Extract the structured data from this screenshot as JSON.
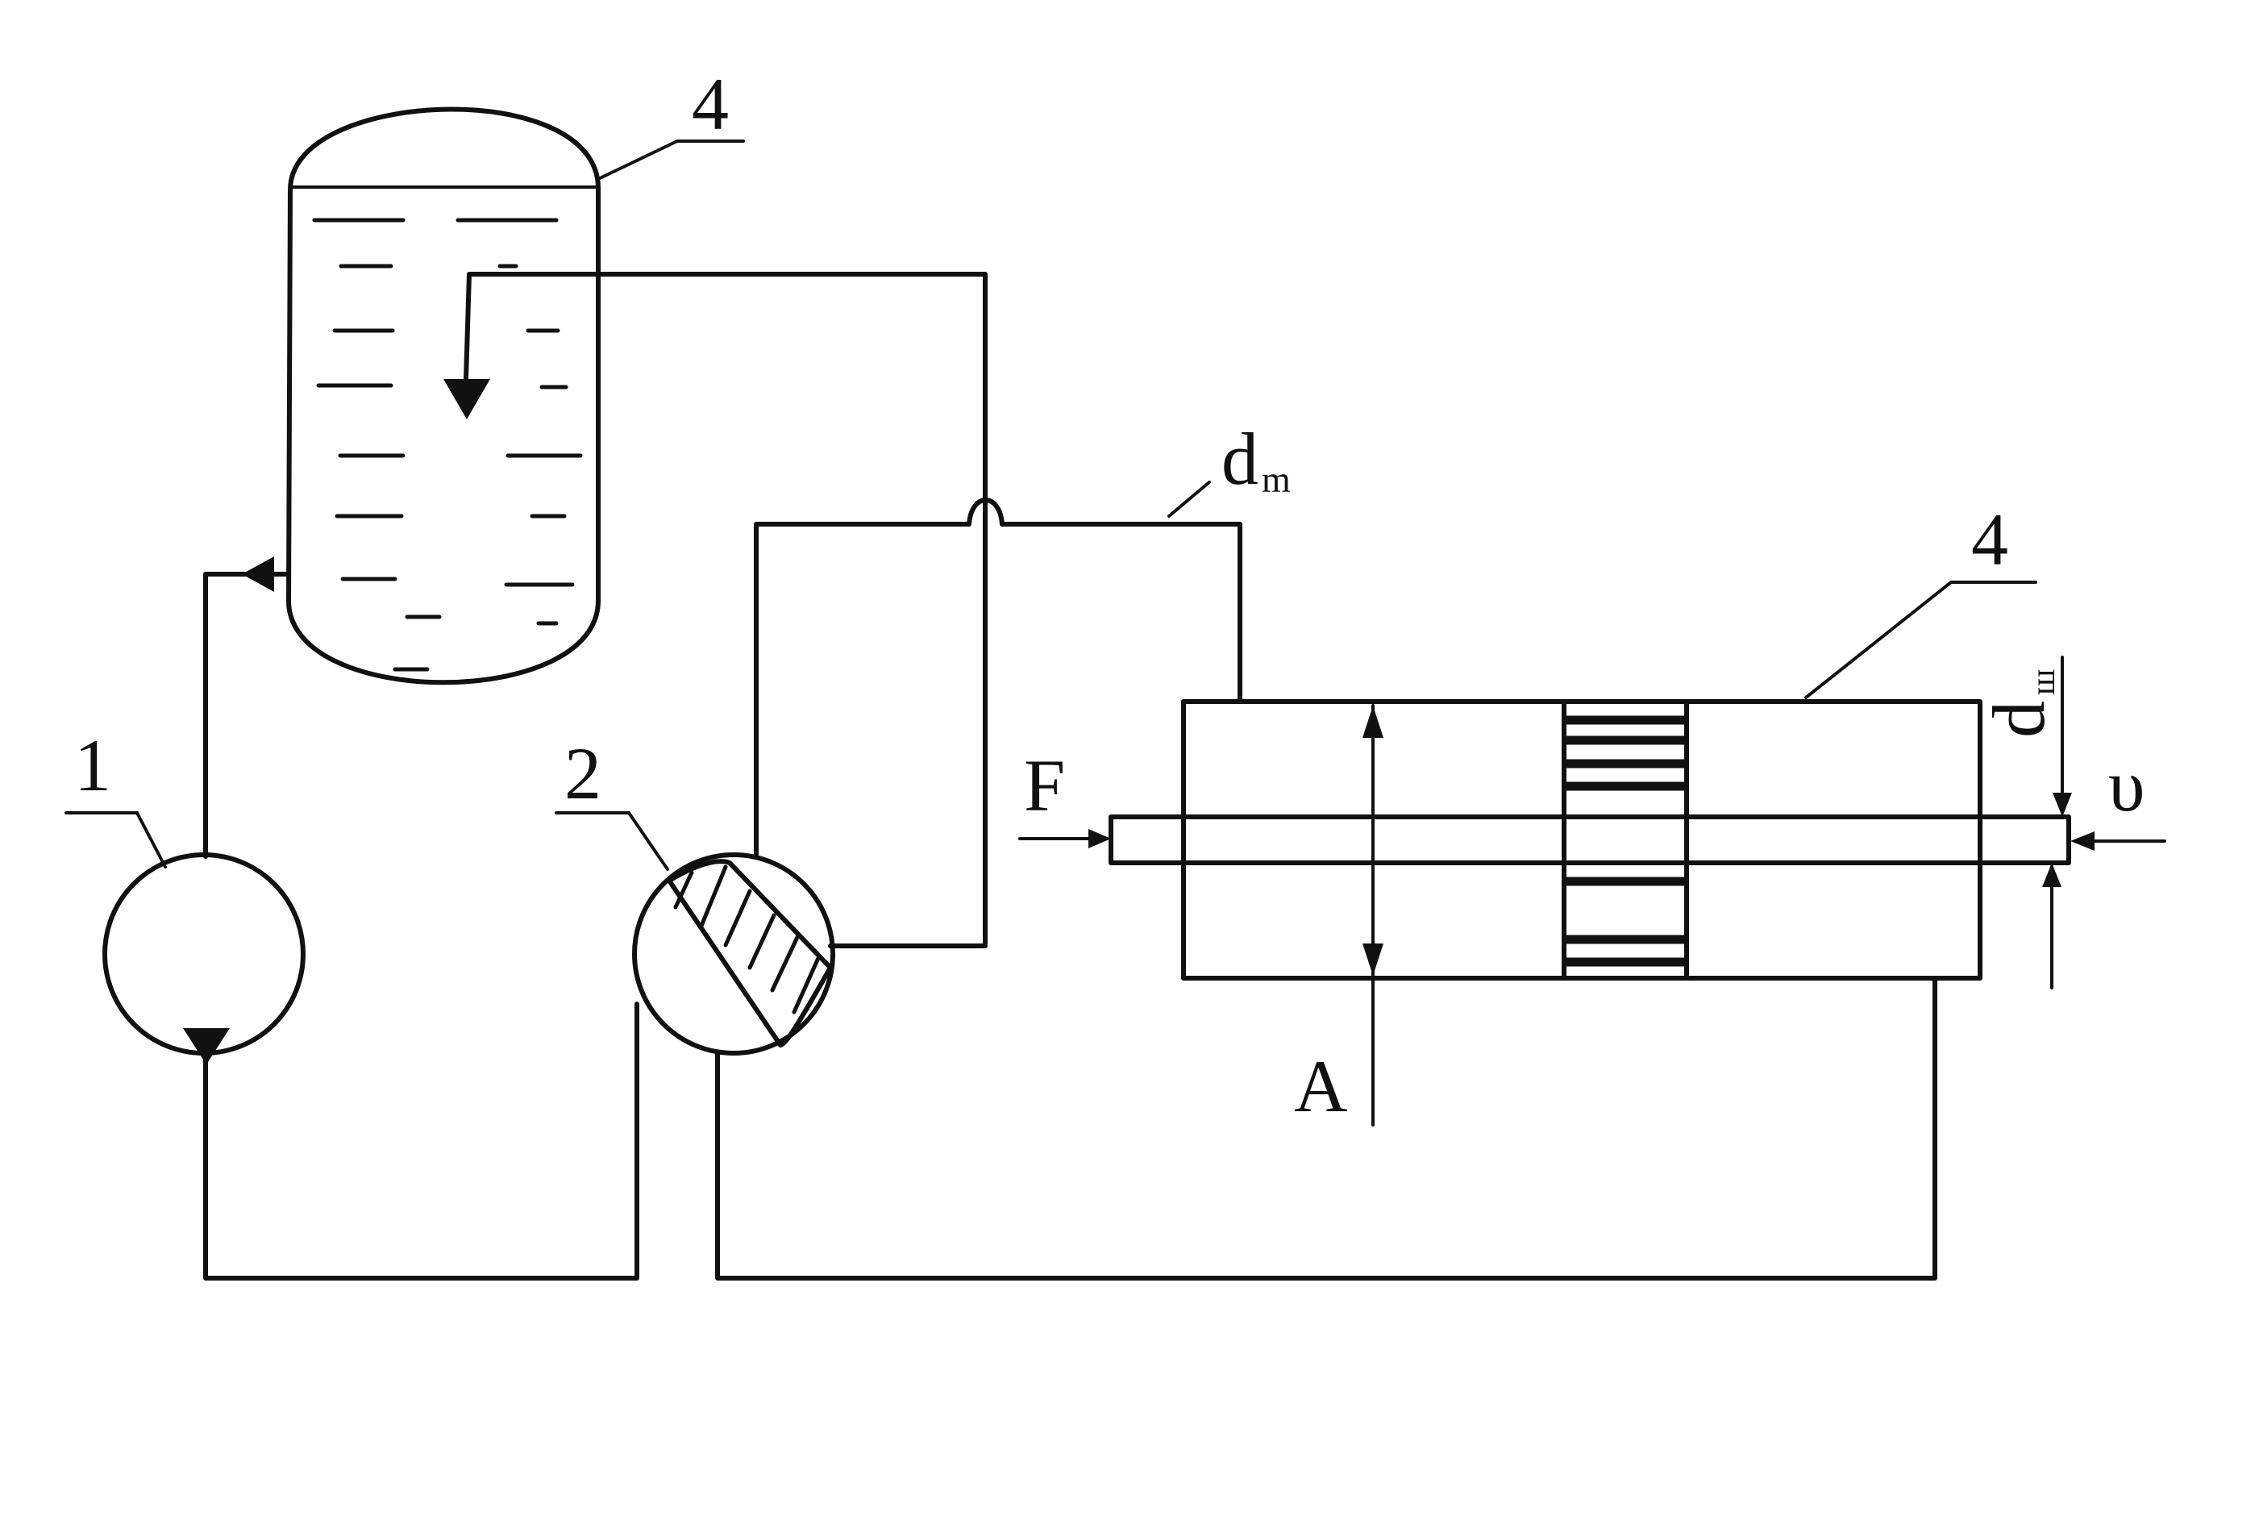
{
  "labels": {
    "pump": "1",
    "valve": "2",
    "tank": "4",
    "cylinder": "4",
    "pipe_diameter_main": "d",
    "pipe_diameter_sub": "m",
    "rod_diameter_main": "d",
    "rod_diameter_sub": "ш",
    "force": "F",
    "area": "A",
    "velocity": "υ"
  },
  "colors": {
    "ink": "#111111",
    "paper": "#ffffff"
  }
}
